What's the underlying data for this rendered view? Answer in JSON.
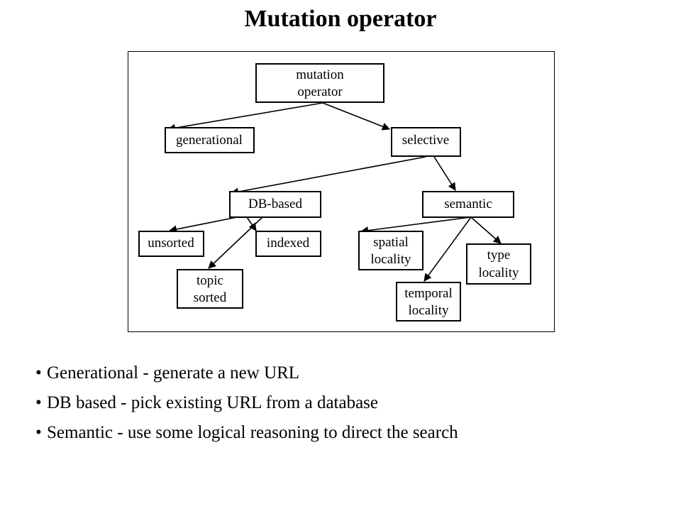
{
  "slide": {
    "title": "Mutation operator"
  },
  "diagram": {
    "nodes": {
      "mutation_operator": {
        "line1": "mutation",
        "line2": "operator"
      },
      "generational": {
        "label": "generational"
      },
      "selective": {
        "label": "selective"
      },
      "db_based": {
        "label": "DB-based"
      },
      "semantic": {
        "label": "semantic"
      },
      "unsorted": {
        "label": "unsorted"
      },
      "indexed": {
        "label": "indexed"
      },
      "topic_sorted": {
        "line1": "topic",
        "line2": "sorted"
      },
      "spatial_locality": {
        "line1": "spatial",
        "line2": "locality"
      },
      "type_locality": {
        "line1": "type",
        "line2": "locality"
      },
      "temporal_locality": {
        "line1": "temporal",
        "line2": "locality"
      }
    },
    "edges": [
      [
        "mutation_operator",
        "generational"
      ],
      [
        "mutation_operator",
        "selective"
      ],
      [
        "selective",
        "db_based"
      ],
      [
        "selective",
        "semantic"
      ],
      [
        "db_based",
        "unsorted"
      ],
      [
        "db_based",
        "indexed"
      ],
      [
        "db_based",
        "topic_sorted"
      ],
      [
        "semantic",
        "spatial_locality"
      ],
      [
        "semantic",
        "temporal_locality"
      ],
      [
        "semantic",
        "type_locality"
      ]
    ]
  },
  "bullets": {
    "marker": "•",
    "items": [
      "Generational - generate a new URL",
      "DB based - pick existing URL from a database",
      "Semantic - use some logical reasoning to direct the search"
    ]
  }
}
